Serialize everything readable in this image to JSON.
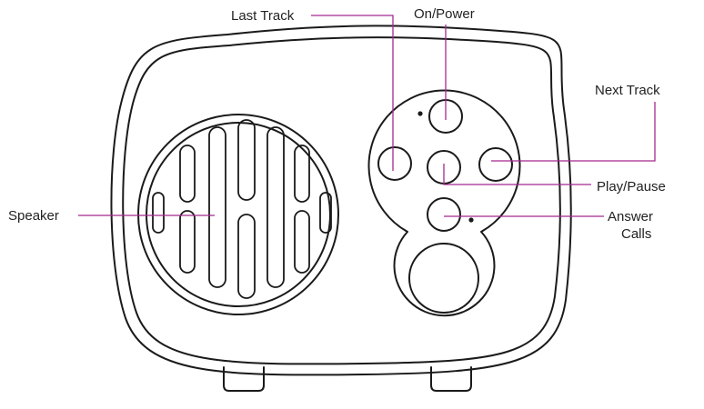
{
  "labels": {
    "last_track": "Last Track",
    "on_power": "On/Power",
    "next_track": "Next Track",
    "play_pause": "Play/Pause",
    "answer_calls_line1": "Answer",
    "answer_calls_line2": "Calls",
    "speaker": "Speaker"
  },
  "colors": {
    "leader_line": "#a3288f",
    "outline": "#1a1a1a"
  }
}
